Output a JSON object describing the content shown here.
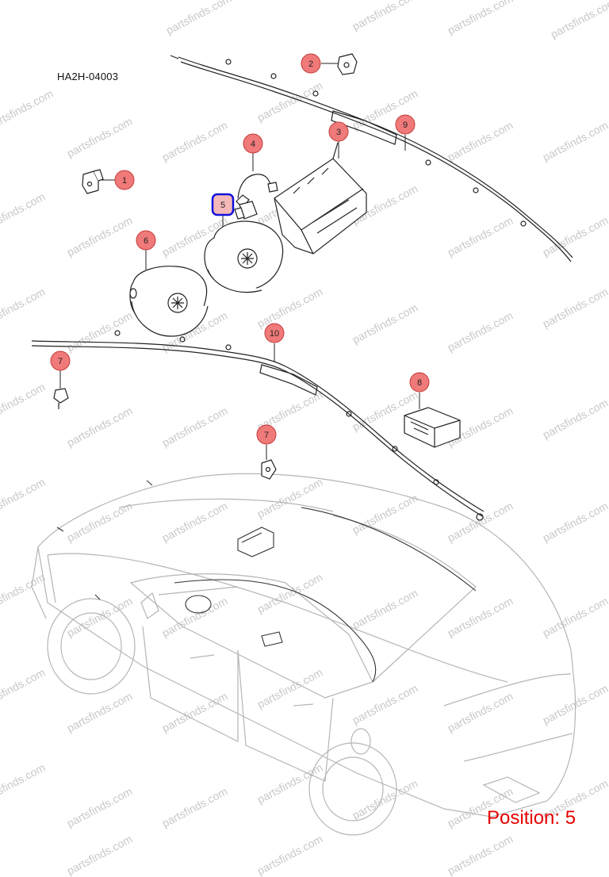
{
  "diagram_code": "HA2H-04003",
  "position_label": "Position: 5",
  "watermark_text": "partsfinds.com",
  "colors": {
    "callout_fill": "#f07a7a",
    "callout_stroke": "#c43a3a",
    "highlight_fill": "#f5b8b8",
    "highlight_stroke": "#1111dd",
    "line": "#222222",
    "car_line": "#b5b5b5",
    "position_text": "#e60000"
  },
  "callouts": [
    {
      "label": "1"
    },
    {
      "label": "2"
    },
    {
      "label": "3"
    },
    {
      "label": "4"
    },
    {
      "label": "5",
      "highlighted": true
    },
    {
      "label": "6"
    },
    {
      "label": "7"
    },
    {
      "label": "7"
    },
    {
      "label": "8"
    },
    {
      "label": "9"
    },
    {
      "label": "10"
    }
  ]
}
